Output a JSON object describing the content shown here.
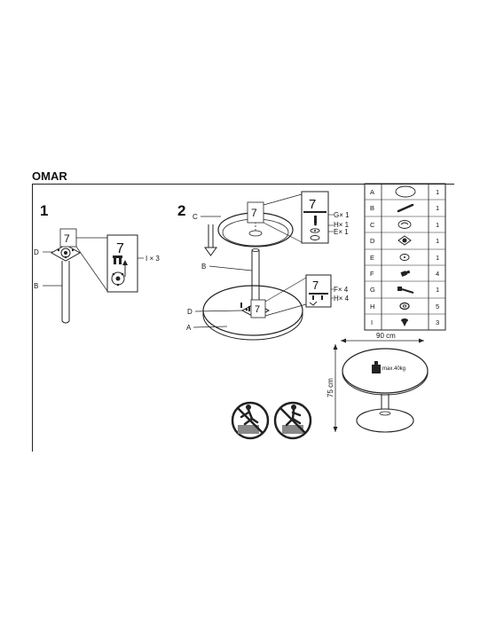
{
  "title": "OMAR",
  "steps": [
    {
      "number": "1",
      "labels": {
        "d": "D",
        "b": "B"
      },
      "callout_qty": "I × 3",
      "key_digit": "7"
    },
    {
      "number": "2",
      "labels": {
        "c": "C",
        "b": "B",
        "d": "D",
        "a": "A"
      },
      "callout_top": [
        "G× 1",
        "H× 1",
        "E× 1"
      ],
      "callout_bottom": [
        "F× 4",
        "H× 4"
      ],
      "key_digit": "7"
    }
  ],
  "parts": [
    {
      "letter": "A",
      "icon": "tabletop-icon",
      "qty": "1"
    },
    {
      "letter": "B",
      "icon": "column-icon",
      "qty": "1"
    },
    {
      "letter": "C",
      "icon": "base-plate-icon",
      "qty": "1"
    },
    {
      "letter": "D",
      "icon": "mounting-plate-icon",
      "qty": "1"
    },
    {
      "letter": "E",
      "icon": "cap-icon",
      "qty": "1"
    },
    {
      "letter": "F",
      "icon": "short-bolt-icon",
      "qty": "4"
    },
    {
      "letter": "G",
      "icon": "long-bolt-icon",
      "qty": "1"
    },
    {
      "letter": "H",
      "icon": "washer-icon",
      "qty": "5"
    },
    {
      "letter": "I",
      "icon": "screw-icon",
      "qty": "3"
    }
  ],
  "dimensions": {
    "width": "90 cm",
    "height": "75 cm",
    "max_load": "max.40kg"
  },
  "warnings": [
    "no-standing-on-table-icon",
    "no-sitting-on-table-icon"
  ]
}
